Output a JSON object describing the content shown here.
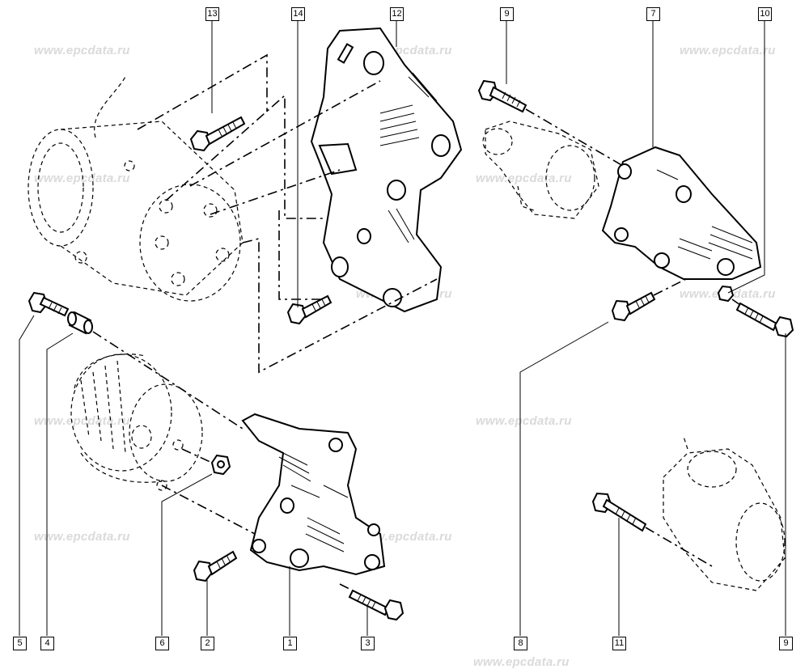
{
  "watermark": "www.epcdata.ru",
  "callouts": {
    "c1": "1",
    "c2": "2",
    "c3": "3",
    "c4": "4",
    "c5": "5",
    "c6": "6",
    "c7": "7",
    "c8": "8",
    "c9a": "9",
    "c9b": "9",
    "c10": "10",
    "c11": "11",
    "c12": "12",
    "c13": "13",
    "c14": "14"
  },
  "colors": {
    "line": "#000000",
    "watermark": "#dadada",
    "background": "#ffffff"
  }
}
